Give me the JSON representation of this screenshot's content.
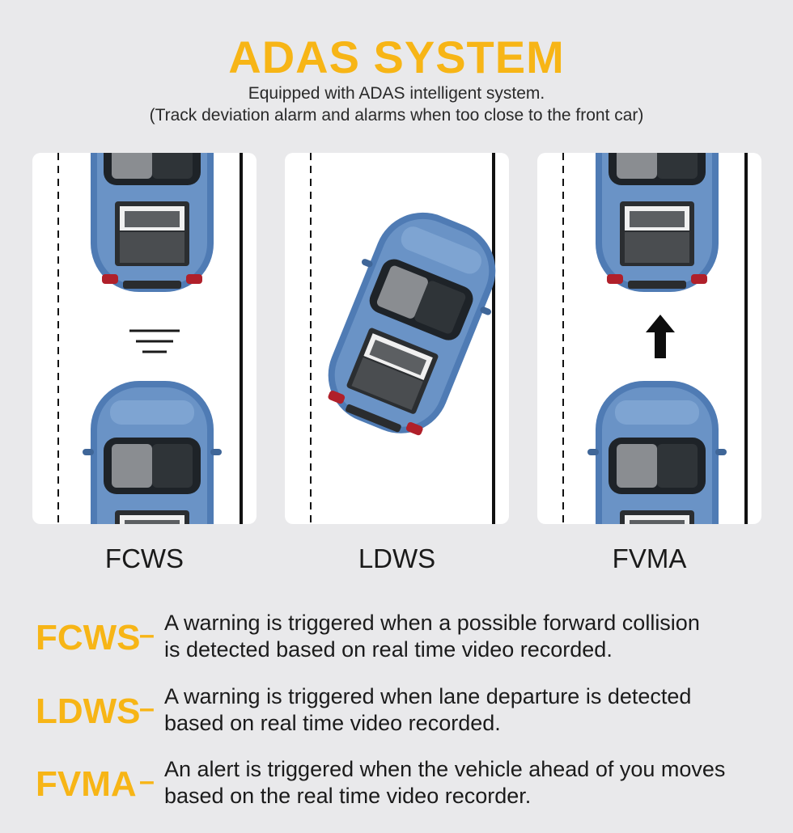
{
  "header": {
    "title": "ADAS SYSTEM",
    "subtitle_line1": "Equipped with ADAS intelligent system.",
    "subtitle_line2": "(Track deviation alarm and alarms when too close to the front car)"
  },
  "panels": [
    {
      "label": "FCWS",
      "indicator": "distance-lines-icon"
    },
    {
      "label": "LDWS",
      "indicator": "none"
    },
    {
      "label": "FVMA",
      "indicator": "up-arrow-icon"
    }
  ],
  "definitions": [
    {
      "term": "FCWS",
      "dash": "–",
      "line1": "A warning is triggered when a possible forward collision",
      "line2": "is detected based on real time video recorded."
    },
    {
      "term": "LDWS",
      "dash": "–",
      "line1": "A warning is triggered when lane departure is detected",
      "line2": "based on real time video recorded."
    },
    {
      "term": "FVMA",
      "dash": "–",
      "line1": "An alert is triggered when the vehicle ahead of you moves",
      "line2": "based on the real time video recorder."
    }
  ],
  "colors": {
    "accent": "#f7b516",
    "car_body": "#5d87bd",
    "car_dark": "#3f6698",
    "background": "#e9e9eb",
    "panel": "#ffffff",
    "lane_line": "#111111"
  }
}
